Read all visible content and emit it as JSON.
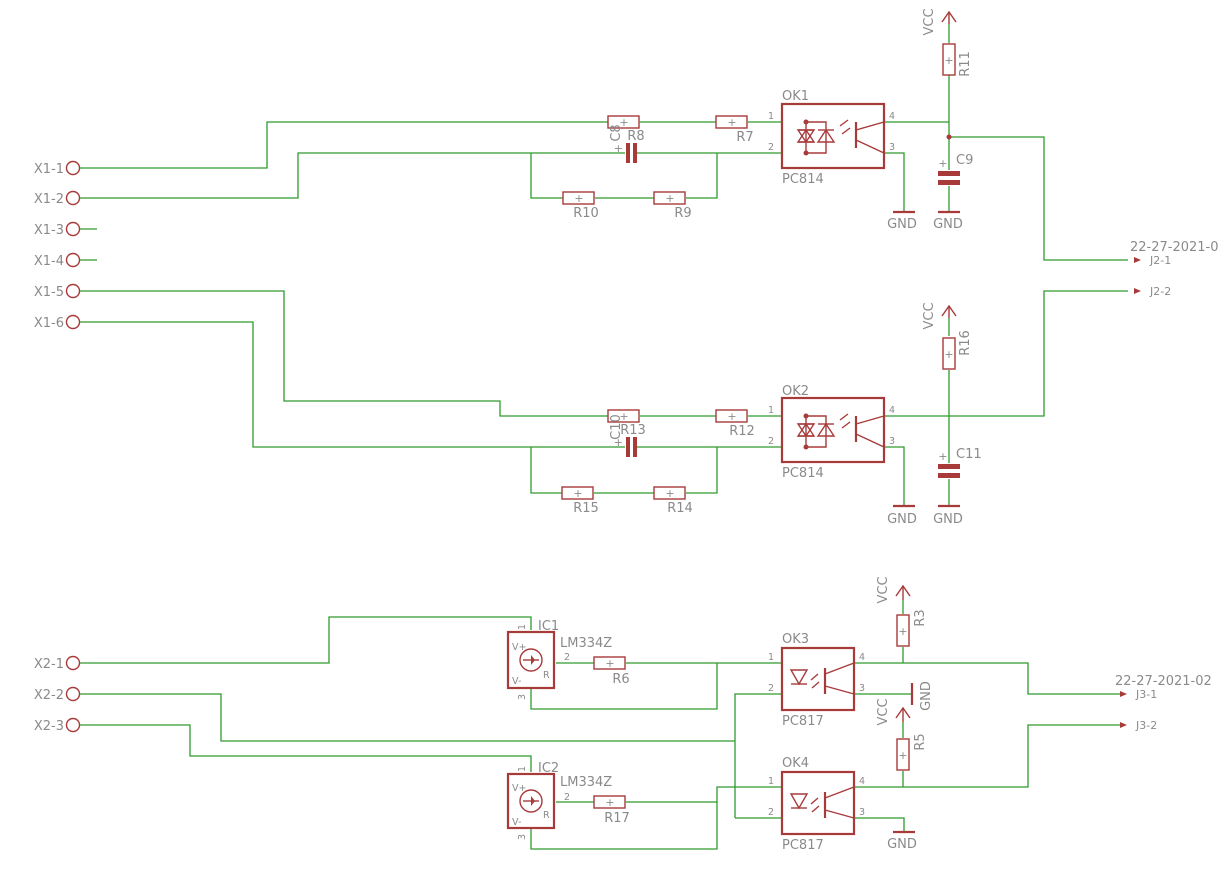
{
  "connectors": {
    "x1": [
      "X1-1",
      "X1-2",
      "X1-3",
      "X1-4",
      "X1-5",
      "X1-6"
    ],
    "x2": [
      "X2-1",
      "X2-2",
      "X2-3"
    ],
    "j2": [
      "J2-1",
      "J2-2"
    ],
    "j3": [
      "J3-1",
      "J3-2"
    ]
  },
  "parts": {
    "j2": "22-27-2021-0",
    "j3": "22-27-2021-02"
  },
  "optocouplers": [
    {
      "name": "OK1",
      "value": "PC814"
    },
    {
      "name": "OK2",
      "value": "PC814"
    },
    {
      "name": "OK3",
      "value": "PC817"
    },
    {
      "name": "OK4",
      "value": "PC817"
    }
  ],
  "resistors": [
    "R7",
    "R8",
    "R9",
    "R10",
    "R11",
    "R12",
    "R13",
    "R14",
    "R15",
    "R16",
    "R3",
    "R5",
    "R6",
    "R17"
  ],
  "capacitors": [
    "C8",
    "C9",
    "C10",
    "C11"
  ],
  "ics": [
    {
      "name": "IC1",
      "value": "LM334Z"
    },
    {
      "name": "IC2",
      "value": "LM334Z"
    }
  ],
  "ic_pins": {
    "vplus": "V+",
    "vminus": "V-",
    "r": "R"
  },
  "power": {
    "vcc": "VCC",
    "gnd": "GND"
  },
  "pin_numbers": {
    "p1": "1",
    "p2": "2",
    "p3": "3",
    "p4": "4"
  },
  "plus_sign": "+"
}
